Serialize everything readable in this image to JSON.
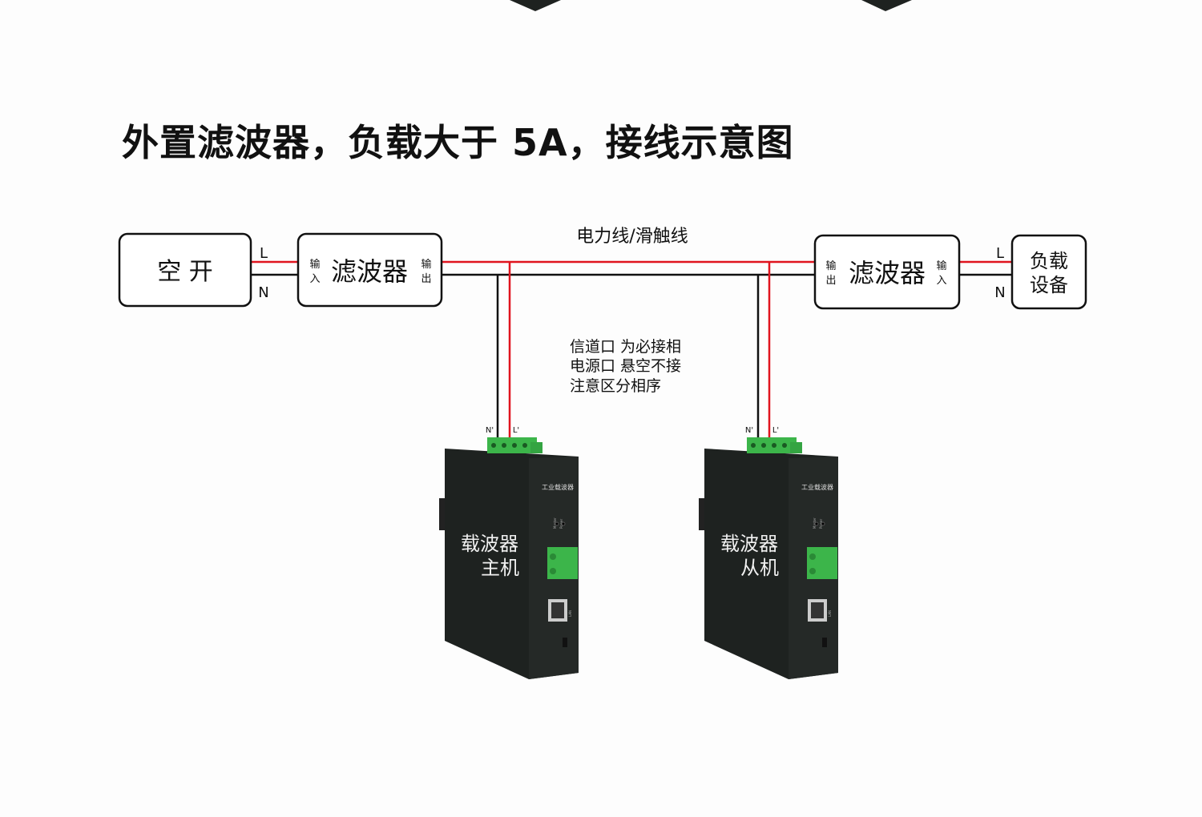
{
  "title": "外置滤波器，负载大于 5A，接线示意图",
  "breaker": {
    "label": "空 开"
  },
  "left_labels": {
    "L": "L",
    "N": "N"
  },
  "filter_left": {
    "label": "滤波器",
    "in_top": "输",
    "in_bottom": "入",
    "out_top": "输",
    "out_bottom": "出"
  },
  "line_label": "电力线/滑触线",
  "filter_right": {
    "label": "滤波器",
    "out_top": "输",
    "out_bottom": "出",
    "in_top": "输",
    "in_bottom": "入"
  },
  "right_labels": {
    "L": "L",
    "N": "N"
  },
  "load": {
    "line1": "负载",
    "line2": "设备"
  },
  "notes": [
    "信道口 为必接相",
    "电源口 悬空不接",
    "注意区分相序"
  ],
  "device_master": {
    "n_label": "N'",
    "l_label": "L'",
    "brand": "工业载波器",
    "name1": "载波器",
    "name2": "主机",
    "led1": "Master",
    "led2": "Power",
    "port": "LAN"
  },
  "device_slave": {
    "n_label": "N'",
    "l_label": "L'",
    "brand": "工业载波器",
    "name1": "载波器",
    "name2": "从机",
    "led1": "Master",
    "led2": "Power",
    "port": "LAN"
  },
  "colors": {
    "live": "#e0141e",
    "neutral": "#111111",
    "device": "#1e2220",
    "terminal": "#3cb54a"
  }
}
